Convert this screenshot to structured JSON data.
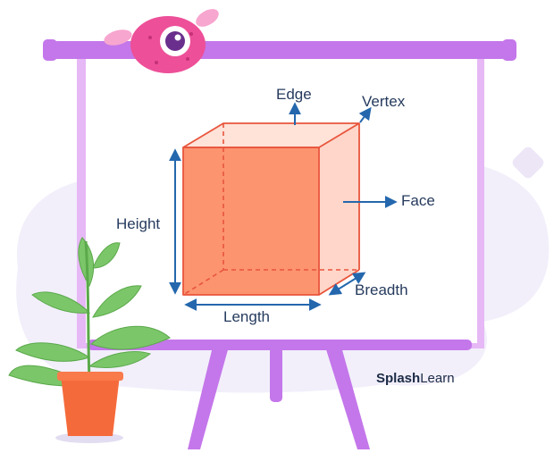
{
  "diagram": {
    "labels": {
      "edge": "Edge",
      "vertex": "Vertex",
      "face": "Face",
      "height": "Height",
      "length": "Length",
      "breadth": "Breadth"
    }
  },
  "brand": {
    "name_bold": "Splash",
    "name_regular": "Learn"
  },
  "colors": {
    "cube_front": "#fc9470",
    "cube_side": "#ffd6c9",
    "cube_top": "#ffe2d8",
    "cube_outline": "#e8553c",
    "arrow": "#2467ad",
    "board_frame": "#e6b8f5",
    "easel": "#c477ea",
    "blob_background": "#f2effb"
  },
  "icons": {
    "mascot": "pink-monster-mascot",
    "plant": "potted-plant",
    "diamond": "diamond-shape"
  }
}
